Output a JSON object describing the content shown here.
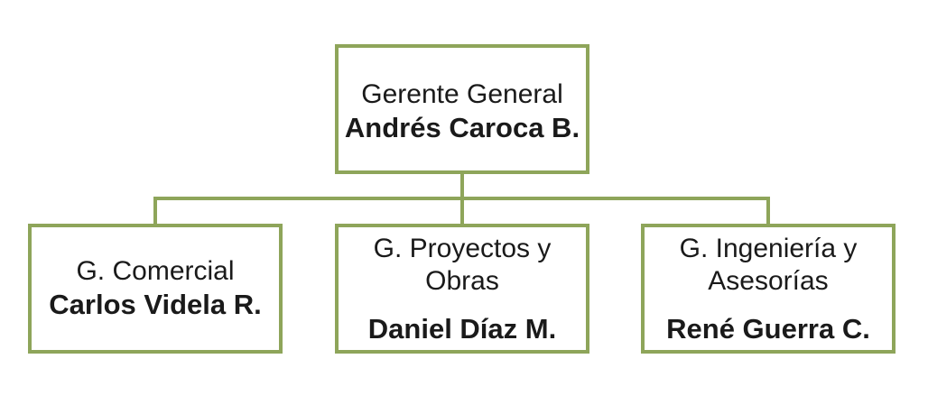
{
  "accent_color": "#8ea55a",
  "general_manager": {
    "role": "Gerente General",
    "name": "Andrés Caroca B."
  },
  "departments": [
    {
      "role": "G. Comercial",
      "name": "Carlos Videla R."
    },
    {
      "role": "G. Proyectos y\nObras",
      "name": "Daniel Díaz M."
    },
    {
      "role": "G. Ingeniería y\nAsesorías",
      "name": "René Guerra C."
    }
  ]
}
